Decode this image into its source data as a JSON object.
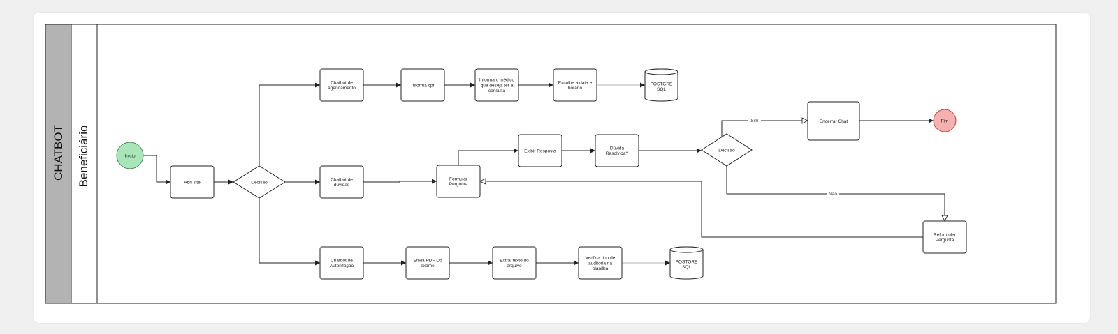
{
  "diagram": {
    "pool_label": "CHATBOT",
    "lane_label": "Beneficiário",
    "colors": {
      "pool_header": "#b3b3b3",
      "start_fill": "#a8e6b8",
      "start_stroke": "#3d8f52",
      "end_fill": "#f7b0b0",
      "end_stroke": "#c04040"
    },
    "nodes": [
      {
        "id": "inicio",
        "kind": "start",
        "lines": [
          "Inicio"
        ]
      },
      {
        "id": "abri-site",
        "kind": "task",
        "lines": [
          "Abri site"
        ]
      },
      {
        "id": "decisao-1",
        "kind": "gateway",
        "lines": [
          "Decisão"
        ]
      },
      {
        "id": "chatbot-agendamento",
        "kind": "task",
        "lines": [
          "Chatbot de",
          "agendamento"
        ]
      },
      {
        "id": "informa-cpf",
        "kind": "task",
        "lines": [
          "Informa cpf"
        ]
      },
      {
        "id": "informa-medico",
        "kind": "task",
        "lines": [
          "Informa o médico",
          "que deseja ter a",
          "consulta"
        ]
      },
      {
        "id": "escolhe-data",
        "kind": "task",
        "lines": [
          "Escolhe a data e",
          "horário"
        ]
      },
      {
        "id": "postgre-1",
        "kind": "database",
        "lines": [
          "POSTGRE",
          "SQL"
        ]
      },
      {
        "id": "chatbot-duvidas",
        "kind": "task",
        "lines": [
          "Chatbot de",
          "dúvidas"
        ]
      },
      {
        "id": "formular-pergunta",
        "kind": "task",
        "lines": [
          "Formular",
          "Pergunta"
        ]
      },
      {
        "id": "exibir-resposta",
        "kind": "task",
        "lines": [
          "Exibir Resposta"
        ]
      },
      {
        "id": "duvida-resolvida",
        "kind": "task",
        "lines": [
          "Dúvida",
          "Resolvida?"
        ]
      },
      {
        "id": "decisao-2",
        "kind": "gateway",
        "lines": [
          "Decisão"
        ]
      },
      {
        "id": "encerrar-chat",
        "kind": "task",
        "lines": [
          "Encerrar Chat"
        ]
      },
      {
        "id": "fim",
        "kind": "end",
        "lines": [
          "Fim"
        ]
      },
      {
        "id": "reformular-pergunta",
        "kind": "task",
        "lines": [
          "Reformular",
          "Pergunta"
        ]
      },
      {
        "id": "chatbot-autorizacao",
        "kind": "task",
        "lines": [
          "Chatbot de",
          "Autorização"
        ]
      },
      {
        "id": "envia-pdf",
        "kind": "task",
        "lines": [
          "Envia PDF Do",
          "exame"
        ]
      },
      {
        "id": "extrai-texto",
        "kind": "task",
        "lines": [
          "Extrai texto do",
          "arquivo"
        ]
      },
      {
        "id": "verifica-tipo",
        "kind": "task",
        "lines": [
          "Verifica tipo de",
          "auditoria na",
          "planilha"
        ]
      },
      {
        "id": "postgre-2",
        "kind": "database",
        "lines": [
          "POSTGRE",
          "SQL"
        ]
      }
    ],
    "edges": [
      {
        "id": "inicio-abri-site",
        "from": "inicio",
        "to": "abri-site",
        "label": ""
      },
      {
        "id": "abri-site-decisao-1",
        "from": "abri-site",
        "to": "decisao-1",
        "label": ""
      },
      {
        "id": "decisao-1-agendamento",
        "from": "decisao-1",
        "to": "chatbot-agendamento",
        "label": ""
      },
      {
        "id": "decisao-1-duvidas",
        "from": "decisao-1",
        "to": "chatbot-duvidas",
        "label": ""
      },
      {
        "id": "decisao-1-autorizacao",
        "from": "decisao-1",
        "to": "chatbot-autorizacao",
        "label": ""
      },
      {
        "id": "agendamento-cpf",
        "from": "chatbot-agendamento",
        "to": "informa-cpf",
        "label": ""
      },
      {
        "id": "cpf-medico",
        "from": "informa-cpf",
        "to": "informa-medico",
        "label": ""
      },
      {
        "id": "medico-data",
        "from": "informa-medico",
        "to": "escolhe-data",
        "label": ""
      },
      {
        "id": "data-postgre",
        "from": "escolhe-data",
        "to": "postgre-1",
        "label": ""
      },
      {
        "id": "duvidas-formular",
        "from": "chatbot-duvidas",
        "to": "formular-pergunta",
        "label": ""
      },
      {
        "id": "formular-exibir",
        "from": "formular-pergunta",
        "to": "exibir-resposta",
        "label": ""
      },
      {
        "id": "exibir-resolvida",
        "from": "exibir-resposta",
        "to": "duvida-resolvida",
        "label": ""
      },
      {
        "id": "resolvida-decisao-2",
        "from": "duvida-resolvida",
        "to": "decisao-2",
        "label": ""
      },
      {
        "id": "decisao-2-encerrar",
        "from": "decisao-2",
        "to": "encerrar-chat",
        "label": "Sim"
      },
      {
        "id": "encerrar-fim",
        "from": "encerrar-chat",
        "to": "fim",
        "label": ""
      },
      {
        "id": "decisao-2-reformular",
        "from": "decisao-2",
        "to": "reformular-pergunta",
        "label": "Não"
      },
      {
        "id": "reformular-formular",
        "from": "reformular-pergunta",
        "to": "formular-pergunta",
        "label": ""
      },
      {
        "id": "autorizacao-pdf",
        "from": "chatbot-autorizacao",
        "to": "envia-pdf",
        "label": ""
      },
      {
        "id": "pdf-extrai",
        "from": "envia-pdf",
        "to": "extrai-texto",
        "label": ""
      },
      {
        "id": "extrai-verifica",
        "from": "extrai-texto",
        "to": "verifica-tipo",
        "label": ""
      },
      {
        "id": "verifica-postgre",
        "from": "verifica-tipo",
        "to": "postgre-2",
        "label": ""
      }
    ]
  }
}
